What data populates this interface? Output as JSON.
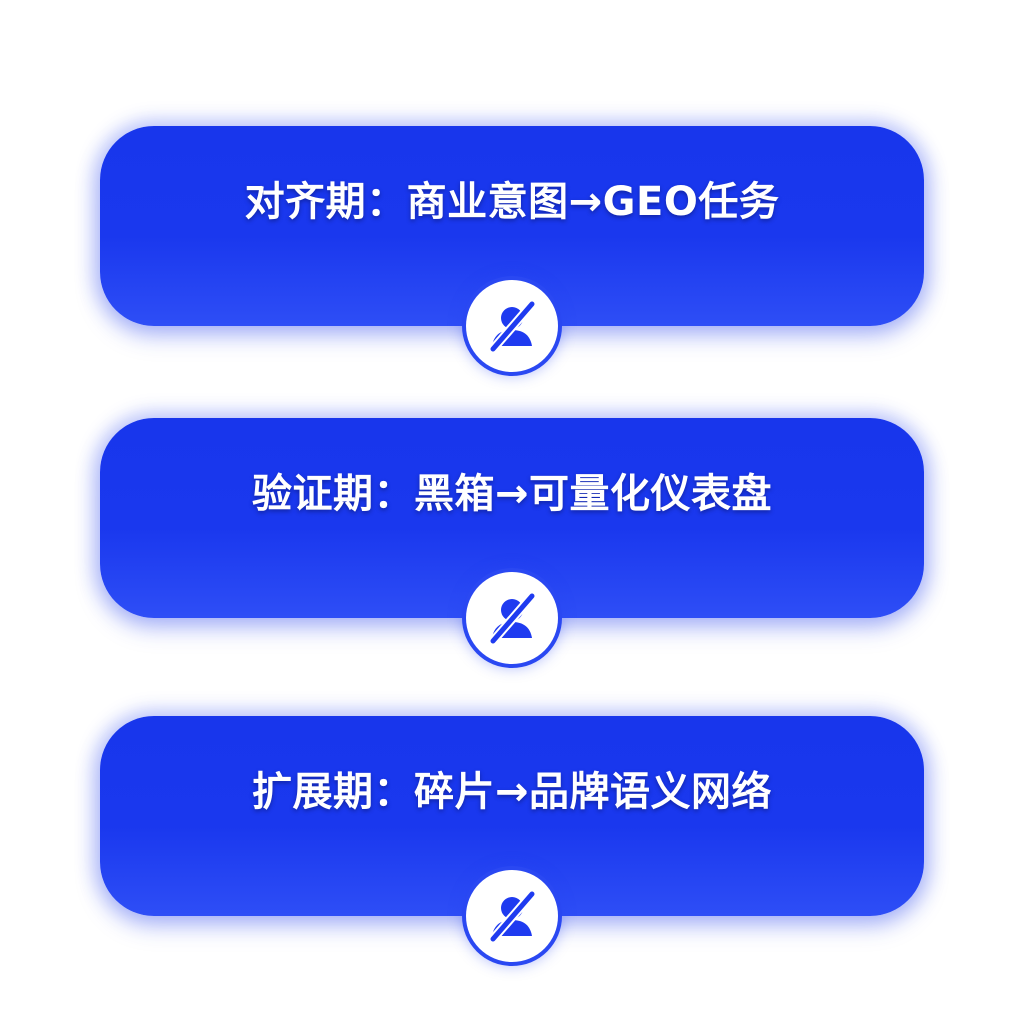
{
  "steps": [
    {
      "title": "对齐期：商业意图→GEO任务",
      "icon": "user-slash-icon"
    },
    {
      "title": "验证期：黑箱→可量化仪表盘",
      "icon": "user-slash-icon"
    },
    {
      "title": "扩展期：碎片→品牌语义网络",
      "icon": "user-slash-icon"
    }
  ],
  "colors": {
    "card": "#1836ec",
    "badge_ring": "#2a48f2",
    "icon": "#1f3bf0",
    "text": "#ffffff"
  }
}
